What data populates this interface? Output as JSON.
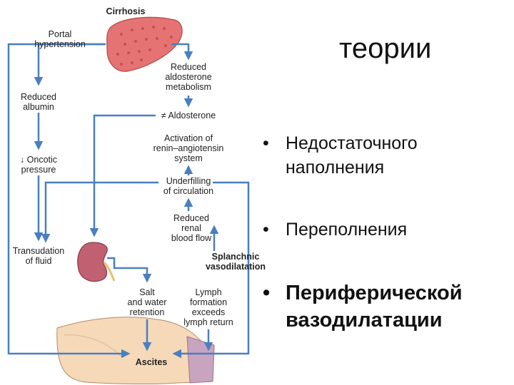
{
  "slide": {
    "title": "теории",
    "bullet_symbol": "•",
    "bullets": [
      {
        "text": "Недостаточного\nнаполнения",
        "bold": false
      },
      {
        "text": "Переполнения",
        "bold": false
      },
      {
        "text": "Периферической\nвазодилатации",
        "bold": true
      }
    ]
  },
  "diagram": {
    "arrow_color": "#4a7fc1",
    "liver_color": "#e57373",
    "kidney_color": "#c06070",
    "labels": {
      "cirrhosis": "Cirrhosis",
      "portal_hypertension": [
        "Portal",
        "hypertension"
      ],
      "reduced_aldosterone_metabolism": [
        "Reduced",
        "aldosterone",
        "metabolism"
      ],
      "reduced_albumin": [
        "Reduced",
        "albumin"
      ],
      "aldosterone": "≠ Aldosterone",
      "raas_activation": [
        "Activation of",
        "renin–angiotensin",
        "system"
      ],
      "oncotic_pressure": [
        "↓ Oncotic",
        "pressure"
      ],
      "underfilling": [
        "Underfilling",
        "of circulation"
      ],
      "reduced_renal_blood_flow": [
        "Reduced",
        "renal",
        "blood flow"
      ],
      "transudation": [
        "Transudation",
        "of fluid"
      ],
      "splanchnic_vasodilatation": [
        "Splanchnic",
        "vasodilatation"
      ],
      "salt_water_retention": [
        "Salt",
        "and water",
        "retention"
      ],
      "lymph_formation": [
        "Lymph",
        "formation",
        "exceeds",
        "lymph return"
      ],
      "ascites": "Ascites"
    }
  }
}
